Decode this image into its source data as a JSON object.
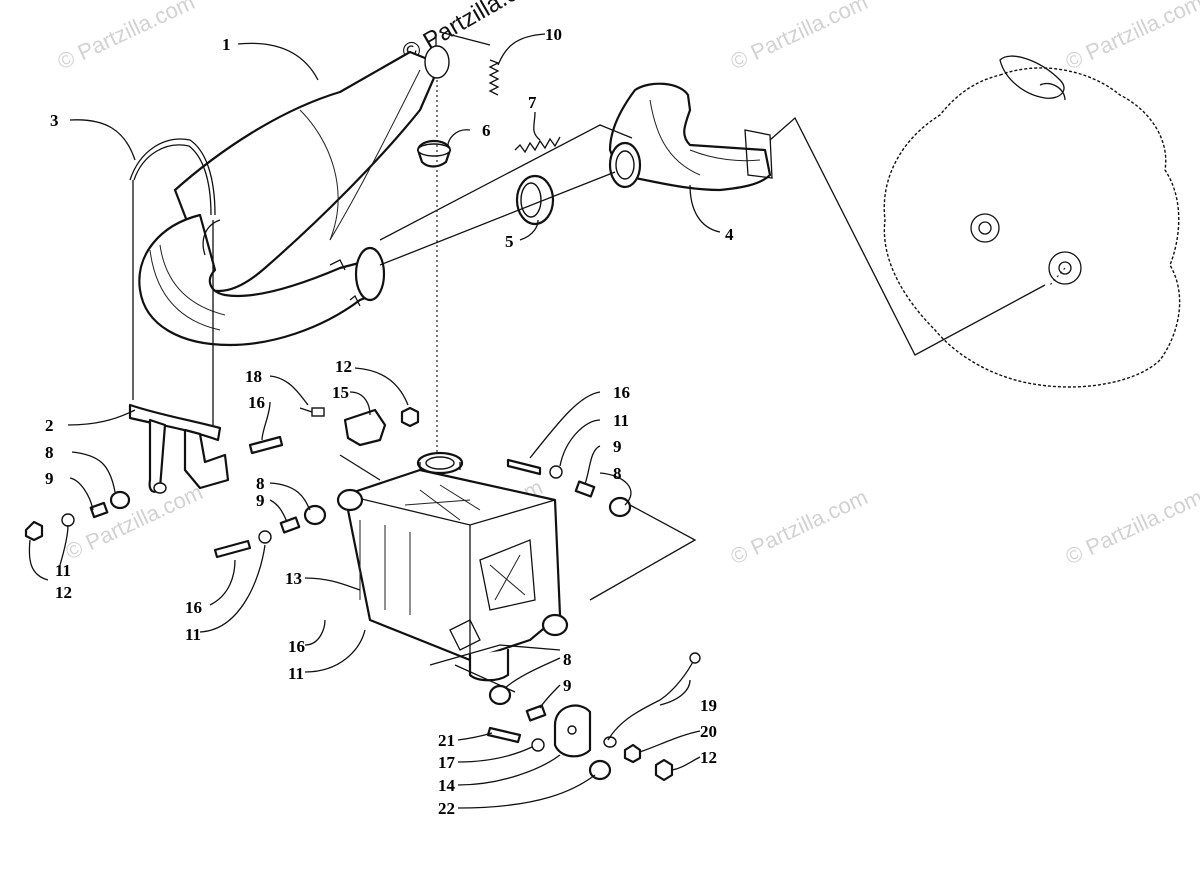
{
  "watermark": {
    "text": "© Partzilla.com",
    "top_text": "© Partzilla.com"
  },
  "callouts": {
    "c1": "1",
    "c2": "2",
    "c3": "3",
    "c4": "4",
    "c5": "5",
    "c6": "6",
    "c7": "7",
    "c8a": "8",
    "c8b": "8",
    "c8c": "8",
    "c8d": "8",
    "c9a": "9",
    "c9b": "9",
    "c9c": "9",
    "c9d": "9",
    "c10": "10",
    "c11a": "11",
    "c11b": "11",
    "c11c": "11",
    "c11d": "11",
    "c12a": "12",
    "c12b": "12",
    "c12c": "12",
    "c13": "13",
    "c14": "14",
    "c15": "15",
    "c16a": "16",
    "c16b": "16",
    "c16c": "16",
    "c16d": "16",
    "c17": "17",
    "c18": "18",
    "c19": "19",
    "c20": "20",
    "c21": "21",
    "c22": "22"
  }
}
